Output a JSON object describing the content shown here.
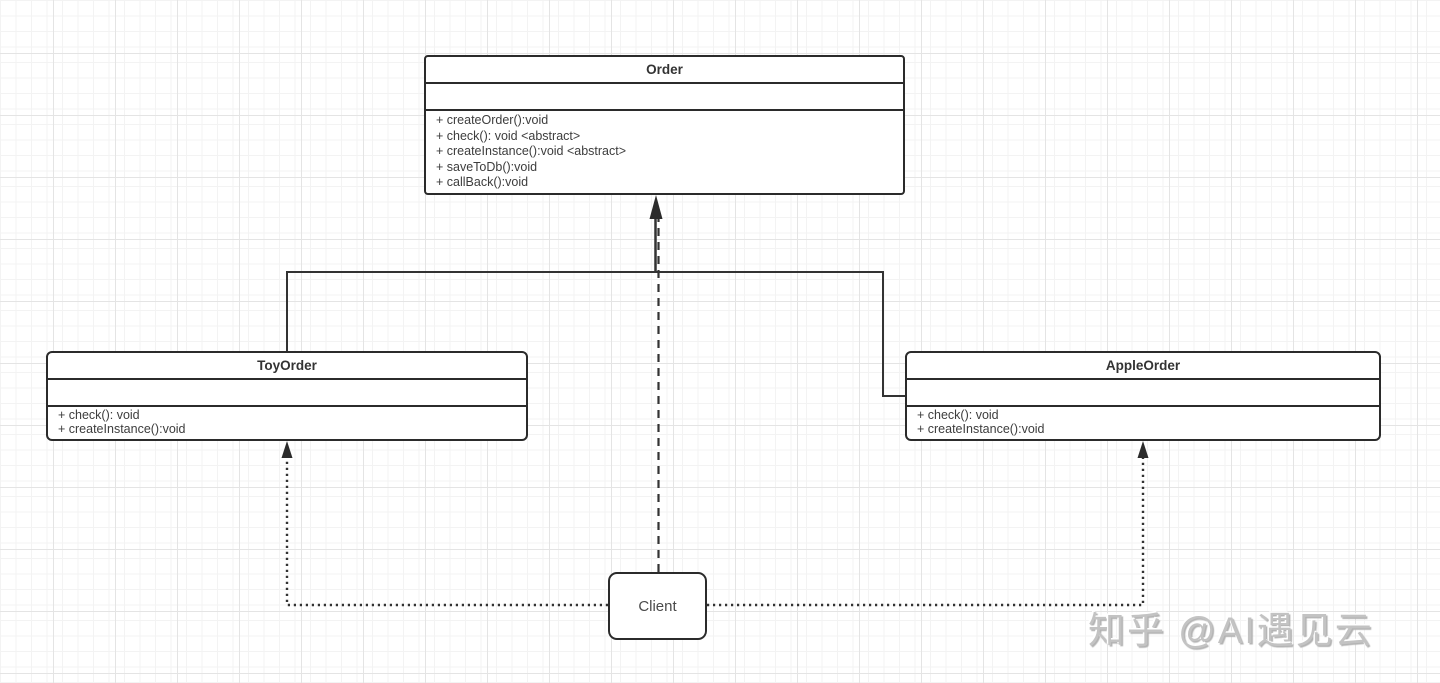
{
  "classes": {
    "order": {
      "name": "Order",
      "attributes": [],
      "methods": [
        "+ createOrder():void",
        "+ check(): void <abstract>",
        "+ createInstance():void <abstract>",
        "+ saveToDb():void",
        "+ callBack():void"
      ]
    },
    "toyorder": {
      "name": "ToyOrder",
      "attributes": [],
      "methods": [
        "+ check(): void",
        "+ createInstance():void"
      ]
    },
    "appleorder": {
      "name": "AppleOrder",
      "attributes": [],
      "methods": [
        "+ check(): void",
        "+ createInstance():void"
      ]
    }
  },
  "client": {
    "label": "Client"
  },
  "relationships": [
    {
      "from": "ToyOrder",
      "to": "Order",
      "type": "generalization",
      "line": "solid",
      "arrow": "filled-triangle"
    },
    {
      "from": "AppleOrder",
      "to": "Order",
      "type": "generalization",
      "line": "solid",
      "arrow": "filled-triangle"
    },
    {
      "from": "Client",
      "to": "Order",
      "type": "dependency",
      "line": "dashed",
      "arrow": "filled-triangle"
    },
    {
      "from": "Client",
      "to": "ToyOrder",
      "type": "dependency",
      "line": "dotted",
      "arrow": "filled-triangle"
    },
    {
      "from": "Client",
      "to": "AppleOrder",
      "type": "dependency",
      "line": "dotted",
      "arrow": "filled-triangle"
    }
  ],
  "watermark": {
    "text": "知乎 @AI遇见云"
  },
  "colors": {
    "box_border": "#2b2b2b",
    "connector": "#333333",
    "title_text": "#333333",
    "method_text": "#3d3d3d",
    "watermark_text": "#c3c3c3",
    "background": "#ffffff",
    "grid_minor": "#f3f3f3",
    "grid_major": "#e4e4e4"
  }
}
